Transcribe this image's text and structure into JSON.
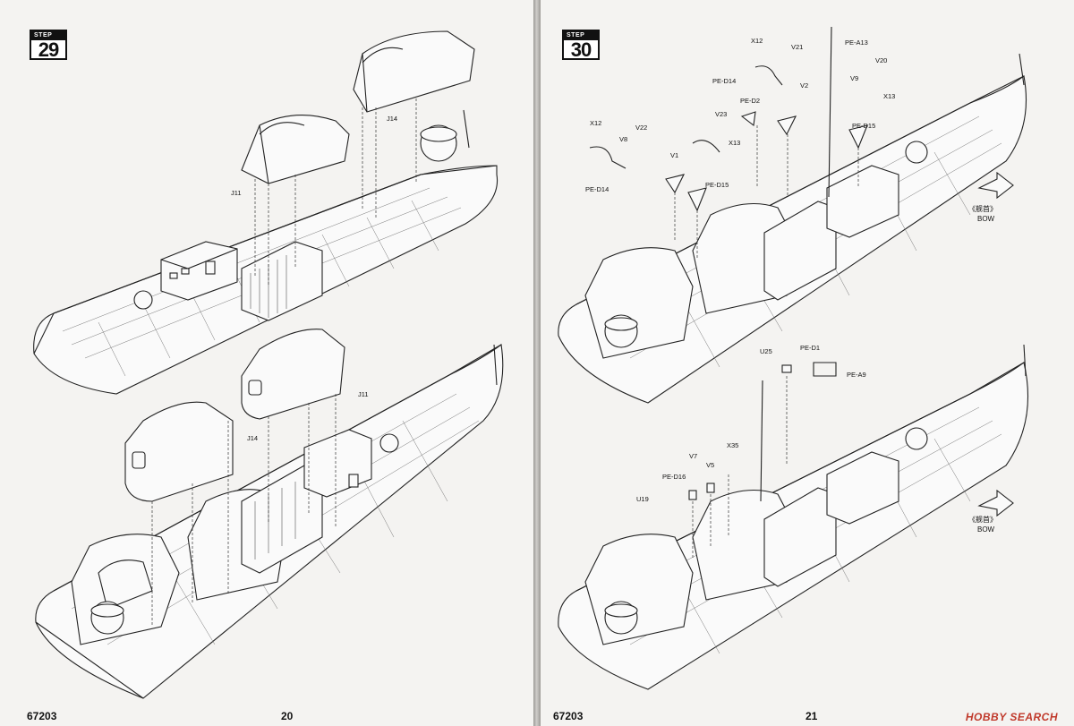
{
  "left_page": {
    "step_label": "STEP",
    "step_number": "29",
    "footer_code": "67203",
    "page_number": "20",
    "top_labels": [
      "J14",
      "J11"
    ],
    "bottom_labels": [
      "J11",
      "J14"
    ]
  },
  "right_page": {
    "step_label": "STEP",
    "step_number": "30",
    "footer_code": "67203",
    "page_number": "21",
    "top_labels": [
      "X12",
      "V21",
      "PE-A13",
      "V20",
      "PE-D14",
      "V2",
      "V9",
      "PE-D2",
      "X13",
      "V23",
      "PE-D15",
      "X12",
      "V8",
      "V22",
      "X13",
      "V1",
      "PE-D15",
      "PE-D14"
    ],
    "bottom_labels": [
      "U25",
      "PE-D1",
      "PE-A9",
      "V7",
      "X35",
      "PE-D16",
      "V5",
      "U19"
    ],
    "bow_cn": "《舰首》",
    "bow_en": "BOW"
  },
  "watermark": "HOBBY SEARCH",
  "colors": {
    "paper": "#f4f3f1",
    "ink": "#111111",
    "watermark": "#c0392b"
  }
}
